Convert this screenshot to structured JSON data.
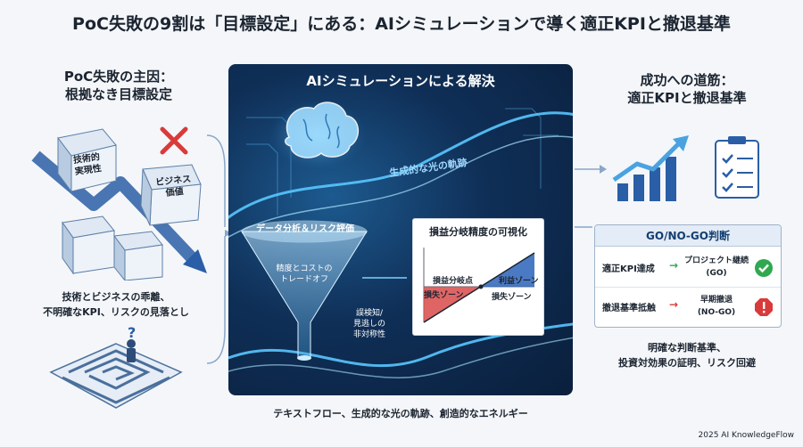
{
  "title": "PoC失敗の9割は「目標設定」にある：AIシミュレーションで導く適正KPIと撤退基準",
  "left": {
    "heading": [
      "PoC失敗の主因：",
      "根拠なき目標設定"
    ],
    "cube_labels": [
      "技術的",
      "実現性",
      "ビジネス",
      "価値"
    ],
    "caption": [
      "技術とビジネスの乖離、",
      "不明確なKPI、リスクの見落とし"
    ],
    "question_mark": "?"
  },
  "center": {
    "panel_title": "AIシミュレーションによる解決",
    "glow_label": "生成的な光の軌跡",
    "funnel_top": "データ分析＆リスク評価",
    "funnel_mid": [
      "精度とコストの",
      "トレードオフ"
    ],
    "funnel_side": [
      "誤検知/",
      "見逃しの",
      "非対称性"
    ],
    "chart": {
      "title": "損益分岐精度の可視化",
      "breakeven_label": "損益分岐点",
      "profit_label": "利益ゾーン",
      "loss_label_left": "損失ゾーン",
      "loss_label_right": "損失ゾーン",
      "colors": {
        "loss": "#d94a4a",
        "profit": "#2a63b8"
      }
    },
    "bottom_caption": "テキストフロー、生成的な光の軌跡、創造的なエネルギー"
  },
  "right": {
    "heading": [
      "成功への道筋：",
      "適正KPIと撤退基準"
    ],
    "decision": {
      "header": "GO/NO-GO判断",
      "rows": [
        {
          "condition": "適正KPI達成",
          "arrow": "→",
          "result": [
            "プロジェクト継続",
            "(GO)"
          ],
          "status": "go",
          "color": "#2fa84f"
        },
        {
          "condition": "撤退基準抵触",
          "arrow": "→",
          "result": [
            "早期撤退",
            "(NO-GO)"
          ],
          "status": "no-go",
          "color": "#d93a3a"
        }
      ]
    },
    "caption": [
      "明確な判断基準、",
      "投資対効果の証明、リスク回避"
    ]
  },
  "footer": "2025 AI KnowledgeFlow"
}
